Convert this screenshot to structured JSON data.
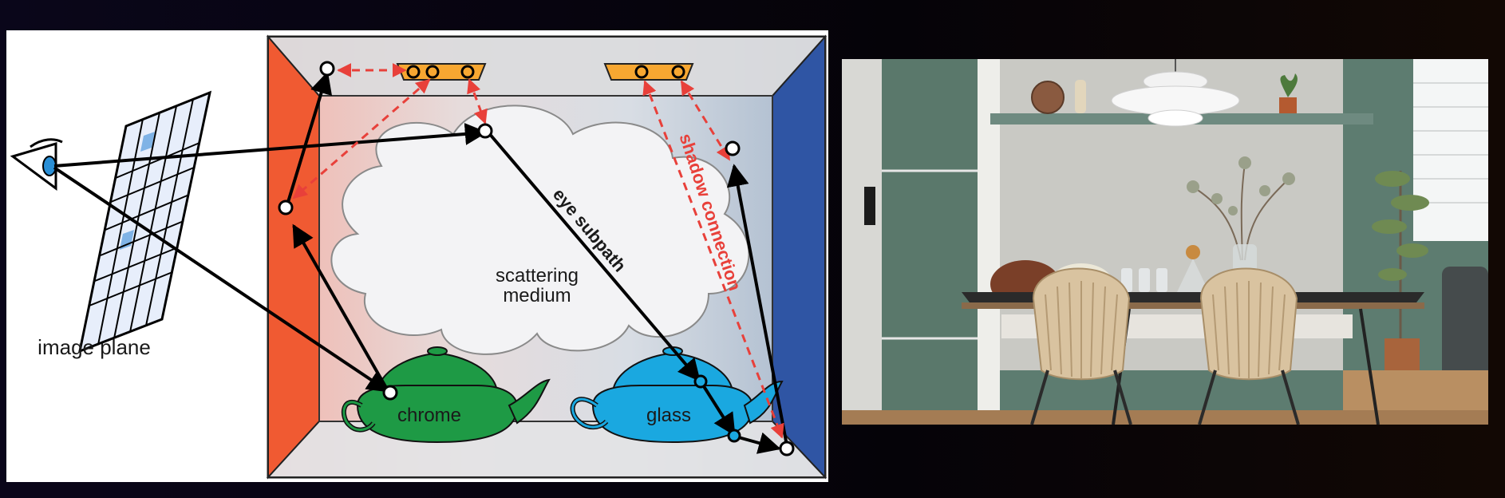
{
  "diagram": {
    "labels": {
      "image_plane": "image plane",
      "scattering": "scattering",
      "medium": "medium",
      "chrome": "chrome",
      "glass": "glass",
      "eye_subpath": "eye subpath",
      "shadow_connection": "shadow connection"
    },
    "colors": {
      "left_wall": "#f05a32",
      "right_wall": "#2f55a4",
      "light": "#f7a731",
      "chrome_teapot": "#1e9a45",
      "glass_teapot": "#1aa8e0",
      "shadow_path": "#e8403a",
      "eye_path": "#000000"
    }
  },
  "photo": {
    "scene": "dining room render",
    "colors": {
      "wall_green": "#5d7c70",
      "wallpaper": "#c9c9c4",
      "chair_wood": "#d9c3a0",
      "table_top": "#2a2a2a",
      "floor": "#b98f62"
    }
  }
}
